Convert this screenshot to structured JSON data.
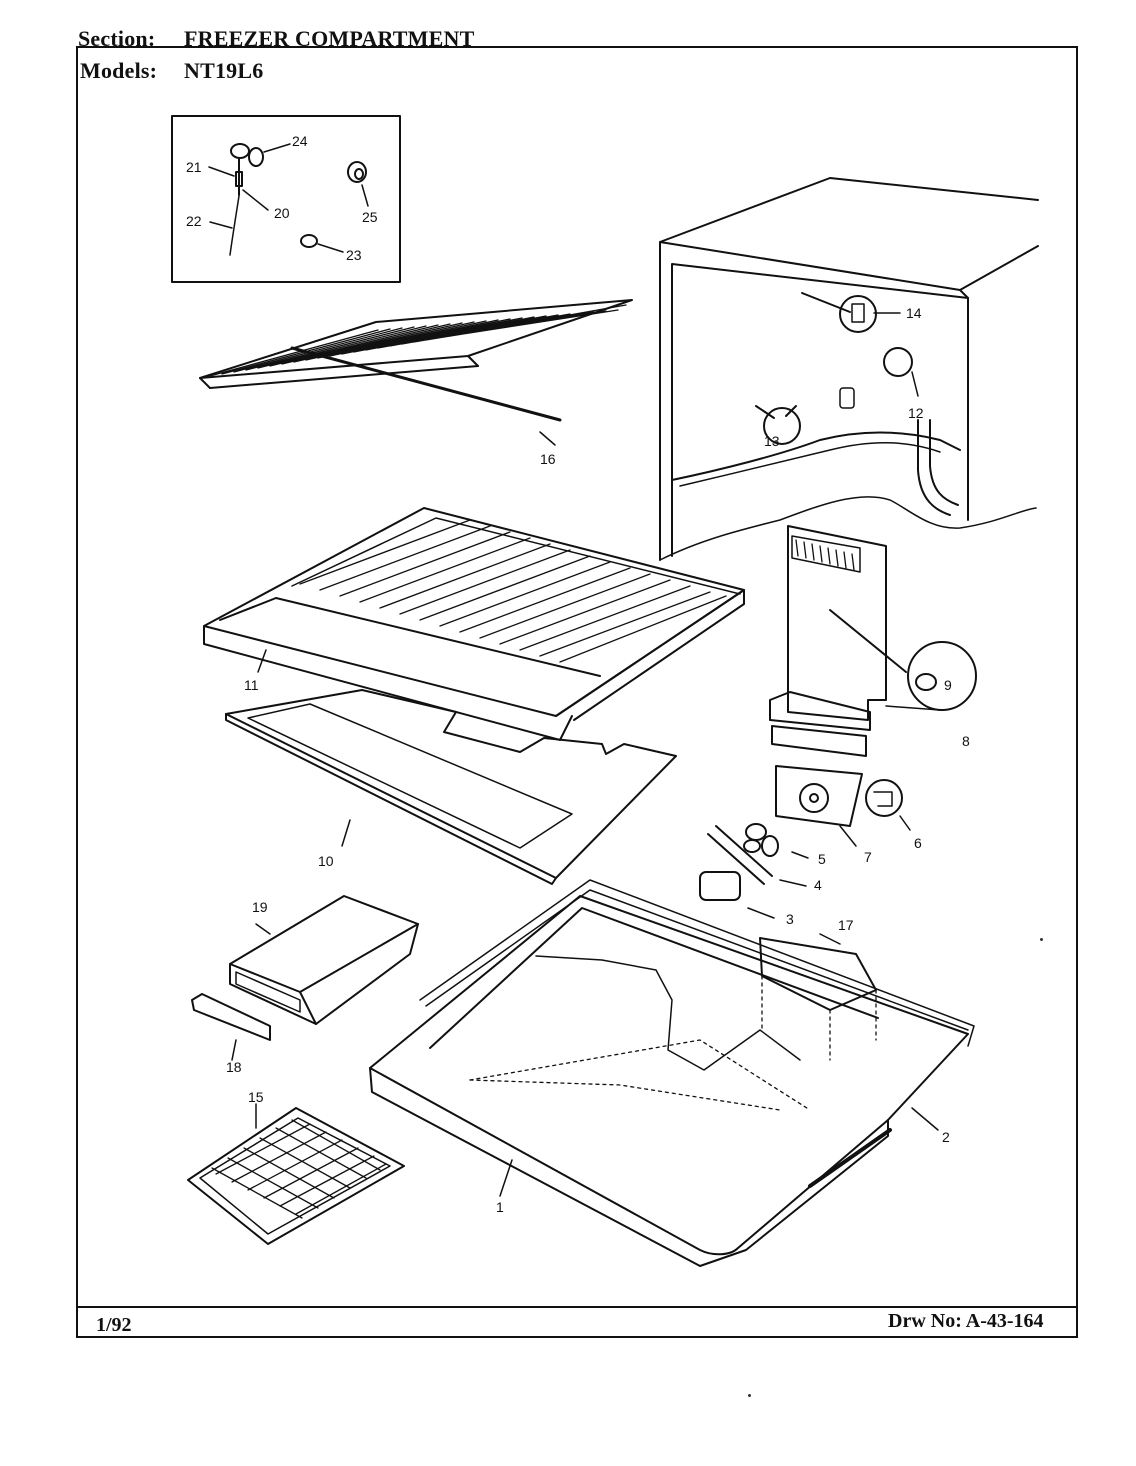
{
  "header": {
    "section_label": "Section:",
    "section_value": "FREEZER COMPARTMENT",
    "models_label": "Models:",
    "models_value": "NT19L6"
  },
  "footer": {
    "date": "1/92",
    "drawing_number": "Drw No: A-43-164"
  },
  "callouts": [
    "1",
    "2",
    "3",
    "4",
    "5",
    "6",
    "7",
    "8",
    "9",
    "10",
    "11",
    "12",
    "13",
    "14",
    "15",
    "16",
    "17",
    "18",
    "19",
    "20",
    "21",
    "22",
    "23",
    "24",
    "25"
  ]
}
